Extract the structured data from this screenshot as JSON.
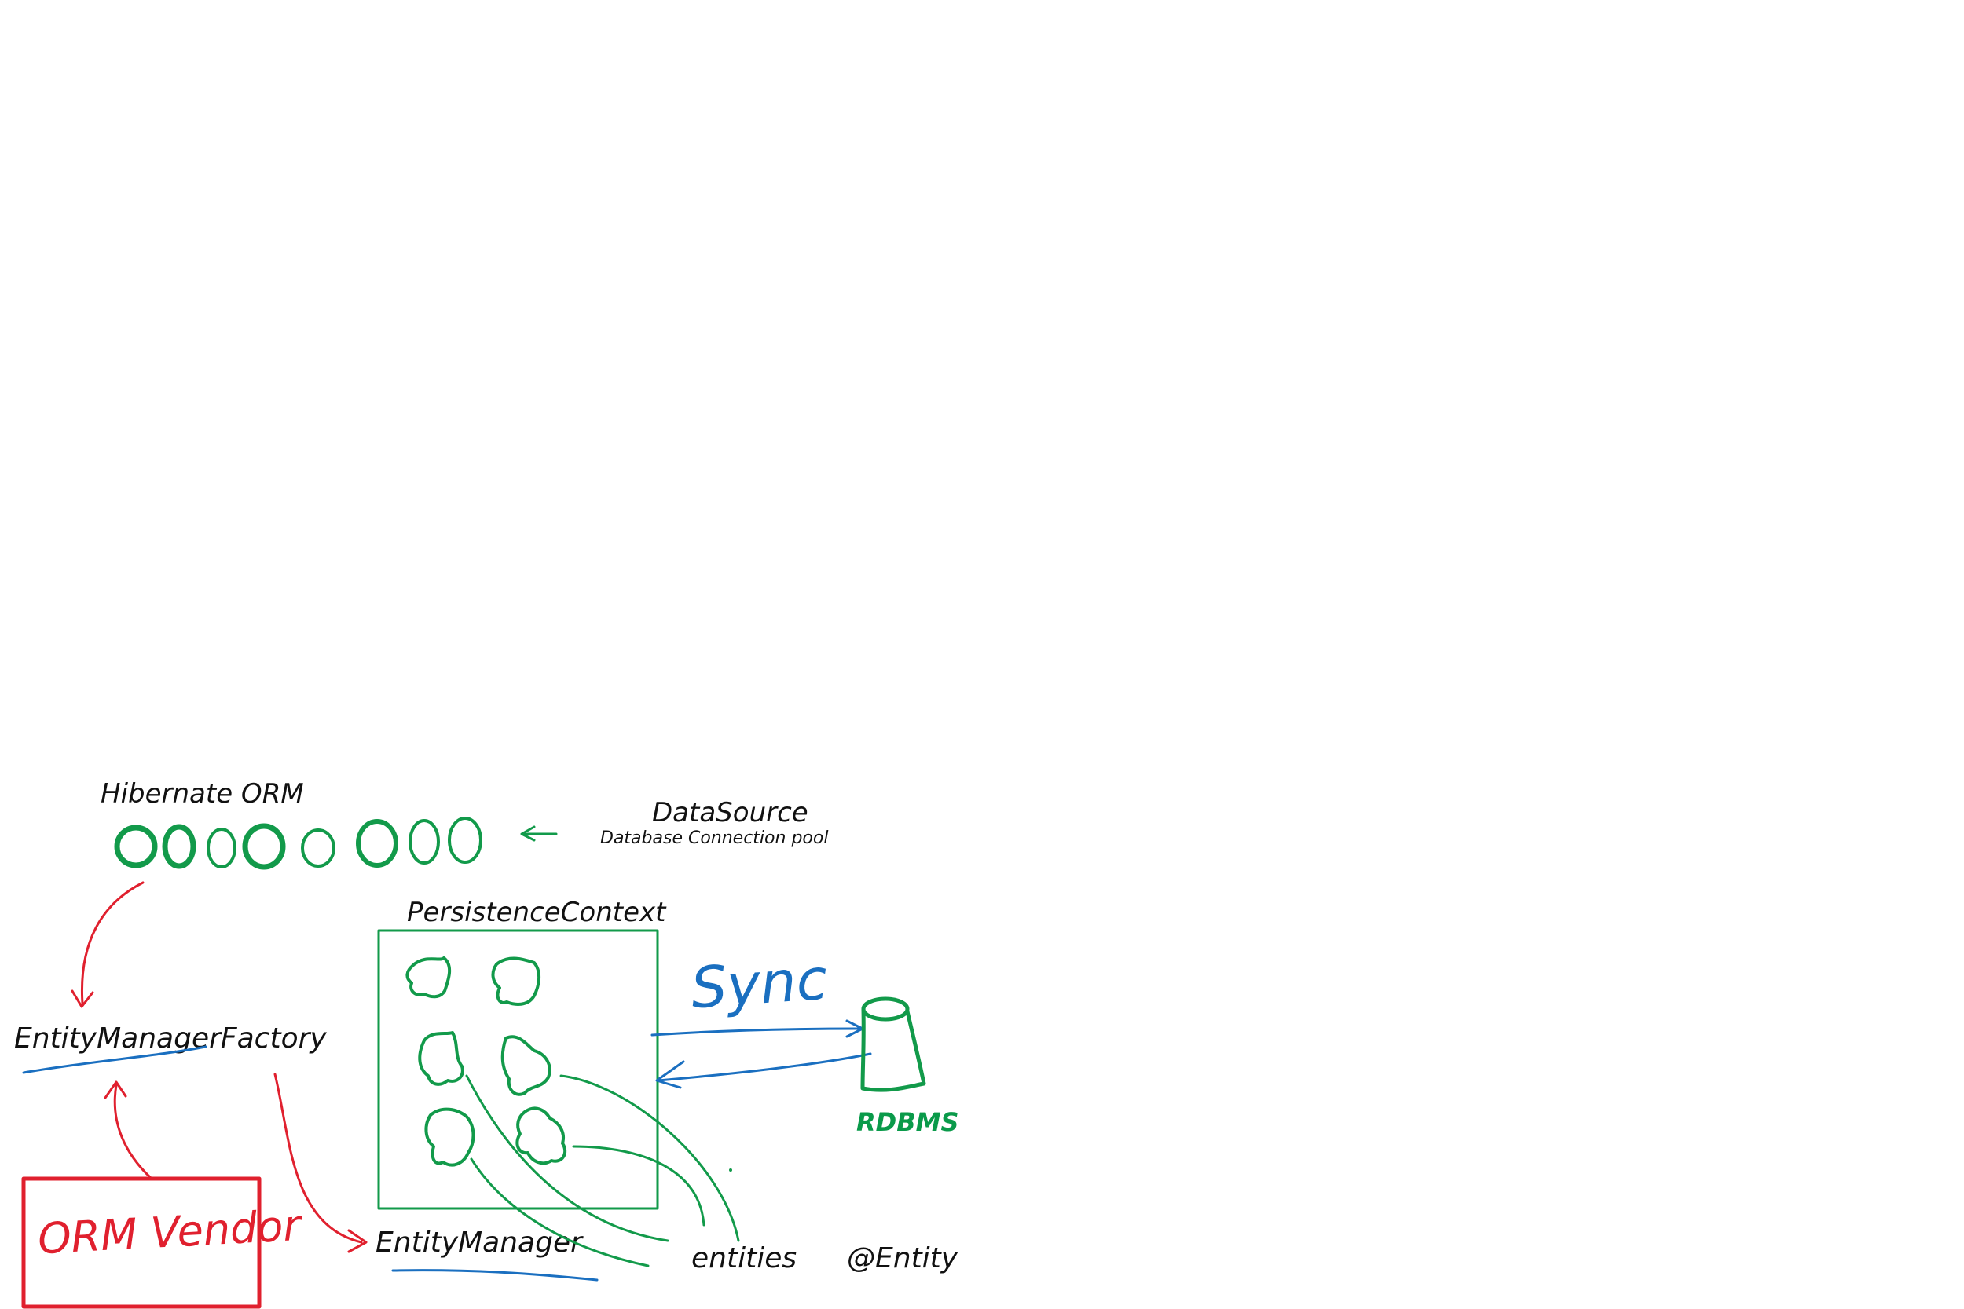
{
  "labels": {
    "hibernate": "Hibernate ORM",
    "datasource": "DataSource",
    "pool": "Database Connection pool",
    "persistence_context": "PersistenceContext",
    "emf": "EntityManagerFactory",
    "em": "EntityManager",
    "entities": "entities",
    "entity_annotation": "@Entity",
    "sync": "Sync",
    "rdbms": "RDBMS",
    "vendor": "ORM Vendor"
  },
  "colors": {
    "black": "#111111",
    "green": "#129a4a",
    "red": "#e0202e",
    "blue": "#1a6fc0"
  }
}
